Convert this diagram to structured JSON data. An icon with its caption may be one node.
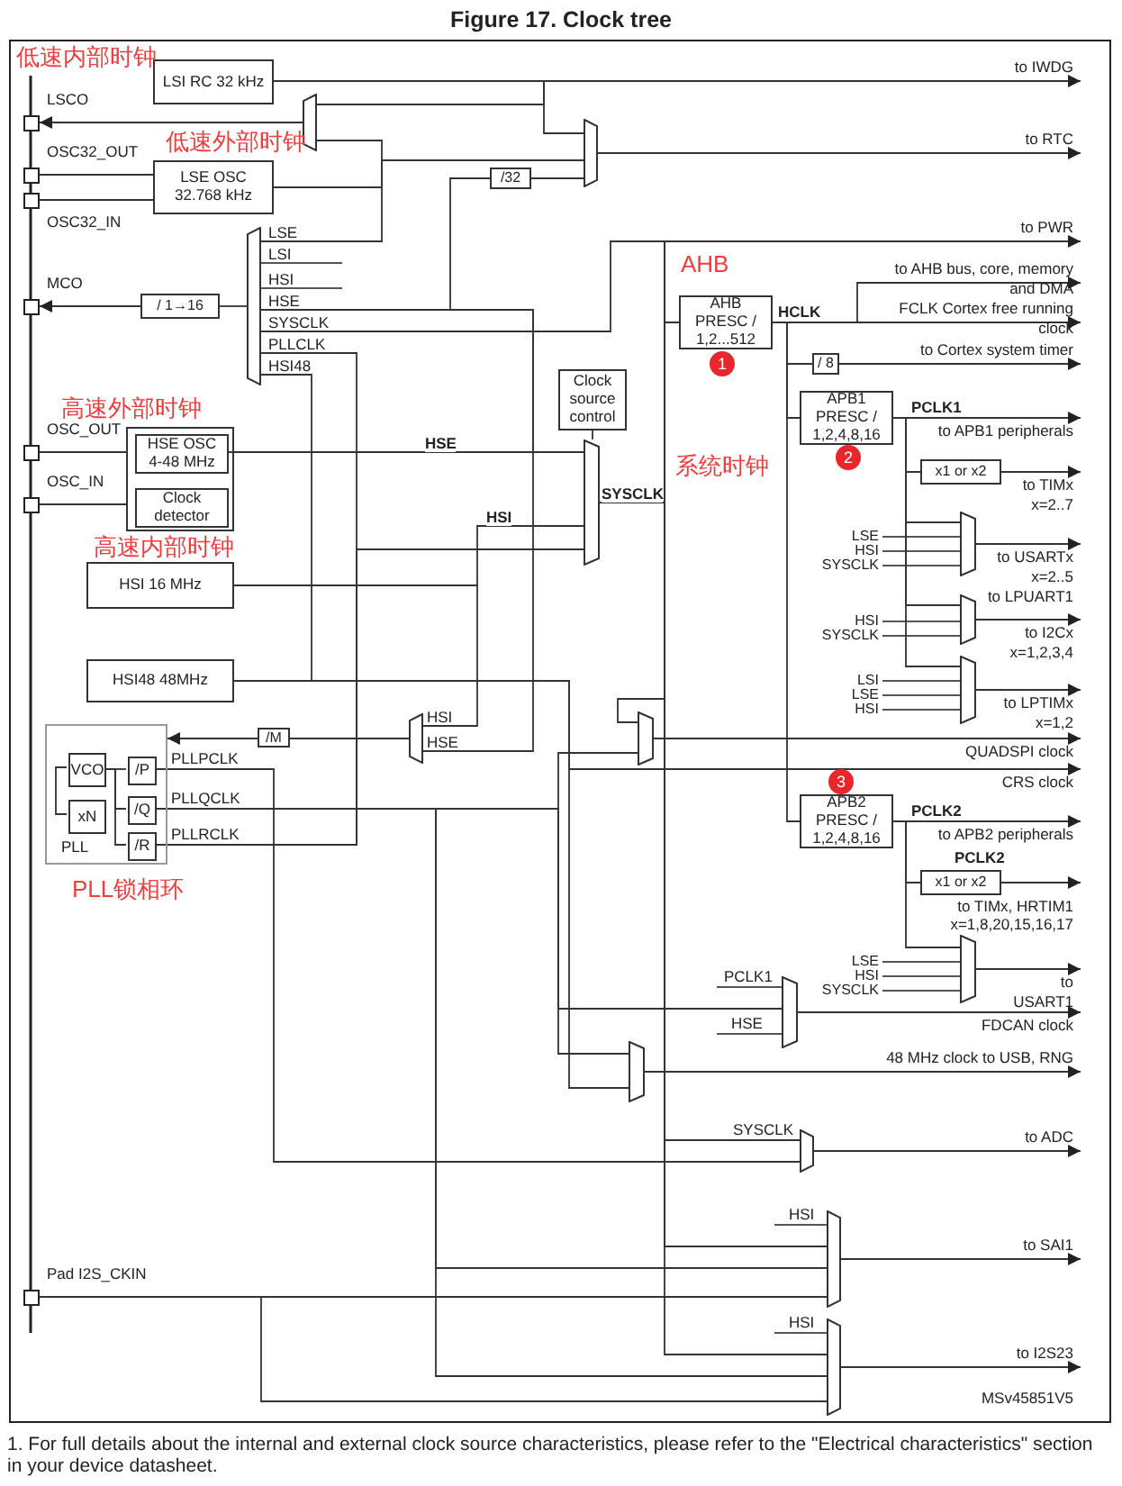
{
  "diagram": {
    "title": "Figure 17. Clock tree",
    "caption": "1. For full details about the internal and external clock source characteristics, please refer to the \"Electrical characteristics\" section in your device datasheet.",
    "nodes": [
      {
        "text": [
          "LSI RC 32 kHz"
        ]
      },
      {
        "text": [
          "LSE OSC 32.768 kHz"
        ]
      },
      {
        "text": [],
        "shape": "box"
      },
      {
        "text": [
          "HSE OSC 4-48 MHz"
        ],
        "in": 2
      },
      {
        "text": [
          "Clock detector"
        ],
        "in": 2
      },
      {
        "text": [
          "HSI 16 MHz"
        ]
      },
      {
        "text": [
          "HSI48 48MHz"
        ]
      },
      {
        "text": [
          "PLL"
        ]
      },
      {
        "text": [
          "VCO"
        ],
        "in": 7
      },
      {
        "text": [
          "xN"
        ],
        "in": 7
      },
      {
        "text": [
          "/P"
        ],
        "in": 7
      },
      {
        "text": [
          "/Q"
        ],
        "in": 7
      },
      {
        "text": [
          "/R"
        ],
        "in": 7
      },
      {
        "text": [
          "/M"
        ]
      },
      {
        "text": [
          "/ 1→16"
        ]
      },
      {
        "text": [
          "/32"
        ]
      },
      {
        "text": [
          "Clock source control"
        ]
      },
      {
        "text": [
          "AHB PRESC / 1,2...512"
        ],
        "beside": [
          "1"
        ]
      },
      {
        "text": [
          "/ 8"
        ]
      },
      {
        "text": [
          "APB1 PRESC / 1,2,4,8,16"
        ],
        "beside": [
          "2"
        ]
      },
      {
        "text": [
          "x1 or x2"
        ]
      },
      {
        "text": [
          "APB2 PRESC / 1,2,4,8,16"
        ],
        "beside": [
          "3"
        ]
      },
      {
        "text": [
          "x1 or x2"
        ],
        "beside": [
          "PCLK2"
        ]
      },
      {
        "text": [
          "LSCO"
        ]
      },
      {
        "text": [
          "OSC32_OUT"
        ]
      },
      {
        "text": [
          "OSC32_IN"
        ]
      },
      {
        "text": [
          "MCO"
        ]
      },
      {
        "text": [
          "OSC_OUT"
        ]
      },
      {
        "text": [
          "OSC_IN"
        ]
      },
      {
        "text": [
          "Pad I2S_CKIN"
        ]
      },
      {
        "text": [],
        "shape": "trapezoid"
      },
      {
        "text": [],
        "shape": "trapezoid"
      },
      {
        "text": [],
        "shape": "trapezoid",
        "beside": [
          "LSE",
          "LSI",
          "HSI",
          "HSE",
          "SYSCLK",
          "PLLCLK",
          "HSI48"
        ]
      },
      {
        "text": [],
        "shape": "trapezoid"
      },
      {
        "text": [],
        "shape": "trapezoid",
        "beside": [
          "HSI",
          "HSE"
        ]
      },
      {
        "text": [],
        "shape": "trapezoid"
      },
      {
        "text": [],
        "shape": "trapezoid",
        "beside": [
          "LSE",
          "HSI",
          "SYSCLK"
        ]
      },
      {
        "text": [],
        "shape": "trapezoid",
        "beside": [
          "HSI",
          "SYSCLK"
        ]
      },
      {
        "text": [],
        "shape": "trapezoid",
        "beside": [
          "LSI",
          "LSE",
          "HSI"
        ]
      },
      {
        "text": [],
        "shape": "trapezoid",
        "beside": [
          "LSE",
          "HSI",
          "SYSCLK"
        ]
      },
      {
        "text": [],
        "shape": "trapezoid",
        "beside": [
          "PCLK1",
          "HSE"
        ]
      },
      {
        "text": [],
        "shape": "trapezoid"
      },
      {
        "text": [],
        "shape": "trapezoid",
        "beside": [
          "SYSCLK"
        ]
      },
      {
        "text": [],
        "shape": "trapezoid",
        "beside": [
          "HSI"
        ]
      },
      {
        "text": [],
        "shape": "trapezoid",
        "beside": [
          "HSI"
        ]
      },
      {
        "text": [
          "to IWDG"
        ]
      },
      {
        "text": [
          "to RTC"
        ]
      },
      {
        "text": [
          "to PWR"
        ]
      },
      {
        "text": [
          "to AHB bus, core, memory and DMA"
        ]
      },
      {
        "text": [
          "FCLK Cortex free running clock"
        ]
      },
      {
        "text": [
          "to Cortex system timer"
        ]
      },
      {
        "text": [
          "to APB1 peripherals"
        ]
      },
      {
        "text": [
          "to TIMx x=2..7"
        ]
      },
      {
        "text": [
          "to USARTx x=2..5",
          "to LPUART1"
        ]
      },
      {
        "text": [
          "to I2Cx x=1,2,3,4"
        ]
      },
      {
        "text": [
          "to LPTIMx x=1,2"
        ]
      },
      {
        "text": [
          "QUADSPI clock"
        ]
      },
      {
        "text": [
          "CRS clock"
        ]
      },
      {
        "text": [
          "to APB2 peripherals"
        ]
      },
      {
        "text": [
          "to TIMx, HRTIM1 x=1,8,20,15,16,17"
        ]
      },
      {
        "text": [
          "to USART1"
        ]
      },
      {
        "text": [
          "FDCAN clock"
        ]
      },
      {
        "text": [
          "48 MHz clock to USB, RNG"
        ]
      },
      {
        "text": [
          "to ADC"
        ]
      },
      {
        "text": [
          "to SAI1"
        ]
      },
      {
        "text": [
          "to I2S23"
        ]
      }
    ],
    "edges": [
      {
        "from": 0,
        "to": 45,
        "arrow": "to"
      },
      {
        "from": 0,
        "to": 30,
        "arrow": "none"
      },
      {
        "from": 0,
        "to": 31,
        "arrow": "none"
      },
      {
        "from": 1,
        "to": 31,
        "arrow": "none"
      },
      {
        "from": 1,
        "to": 30,
        "arrow": "none"
      },
      {
        "from": 1,
        "to": 32,
        "arrow": "none"
      },
      {
        "from": 30,
        "to": 23,
        "arrow": "to"
      },
      {
        "from": 31,
        "to": 46,
        "arrow": "to"
      },
      {
        "from": 15,
        "to": 31,
        "arrow": "none"
      },
      {
        "from": 3,
        "to": 15,
        "arrow": "none"
      },
      {
        "from": 3,
        "to": 32,
        "arrow": "none"
      },
      {
        "from": 3,
        "to": 33,
        "arrow": "none",
        "label": "HSE"
      },
      {
        "from": 5,
        "to": 33,
        "arrow": "none",
        "label": "HSI"
      },
      {
        "from": 33,
        "to": 17,
        "arrow": "none",
        "label": "SYSCLK"
      },
      {
        "from": 33,
        "to": 47,
        "arrow": "to"
      },
      {
        "from": 33,
        "to": 32,
        "arrow": "none"
      },
      {
        "from": 16,
        "to": 33,
        "arrow": "none"
      },
      {
        "from": 17,
        "to": 48,
        "arrow": "to",
        "label": "HCLK"
      },
      {
        "from": 17,
        "to": 49,
        "arrow": "to"
      },
      {
        "from": 17,
        "to": 18,
        "arrow": "none"
      },
      {
        "from": 18,
        "to": 50,
        "arrow": "to"
      },
      {
        "from": 17,
        "to": 19,
        "arrow": "none"
      },
      {
        "from": 17,
        "to": 21,
        "arrow": "none"
      },
      {
        "from": 19,
        "to": 51,
        "arrow": "to",
        "label": "PCLK1"
      },
      {
        "from": 19,
        "to": 20,
        "arrow": "none"
      },
      {
        "from": 20,
        "to": 52,
        "arrow": "to"
      },
      {
        "from": 19,
        "to": 36,
        "arrow": "none"
      },
      {
        "from": 19,
        "to": 37,
        "arrow": "none"
      },
      {
        "from": 19,
        "to": 38,
        "arrow": "none"
      },
      {
        "from": 36,
        "to": 53,
        "arrow": "to"
      },
      {
        "from": 37,
        "to": 54,
        "arrow": "to"
      },
      {
        "from": 38,
        "to": 55,
        "arrow": "to"
      },
      {
        "from": 21,
        "to": 58,
        "arrow": "to",
        "label": "PCLK2"
      },
      {
        "from": 21,
        "to": 22,
        "arrow": "none"
      },
      {
        "from": 22,
        "to": 59,
        "arrow": "to"
      },
      {
        "from": 21,
        "to": 39,
        "arrow": "none"
      },
      {
        "from": 39,
        "to": 60,
        "arrow": "to"
      },
      {
        "from": 40,
        "to": 61,
        "arrow": "to"
      },
      {
        "from": 41,
        "to": 62,
        "arrow": "to"
      },
      {
        "from": 42,
        "to": 63,
        "arrow": "to"
      },
      {
        "from": 43,
        "to": 64,
        "arrow": "to"
      },
      {
        "from": 44,
        "to": 65,
        "arrow": "to"
      },
      {
        "from": 32,
        "to": 14,
        "arrow": "none"
      },
      {
        "from": 14,
        "to": 26,
        "arrow": "to"
      },
      {
        "from": 24,
        "to": 1,
        "arrow": "none"
      },
      {
        "from": 25,
        "to": 1,
        "arrow": "none"
      },
      {
        "from": 27,
        "to": 2,
        "arrow": "none"
      },
      {
        "from": 28,
        "to": 2,
        "arrow": "none"
      },
      {
        "from": 6,
        "to": 32,
        "arrow": "none"
      },
      {
        "from": 6,
        "to": 41,
        "arrow": "none"
      },
      {
        "from": 6,
        "to": 57,
        "arrow": "to"
      },
      {
        "from": 34,
        "to": 13,
        "arrow": "none"
      },
      {
        "from": 13,
        "to": 7,
        "arrow": "to"
      },
      {
        "from": 5,
        "to": 34,
        "arrow": "none"
      },
      {
        "from": 3,
        "to": 34,
        "arrow": "none"
      },
      {
        "from": 10,
        "to": 42,
        "arrow": "none",
        "label": "PLLPCLK"
      },
      {
        "from": 11,
        "to": 40,
        "arrow": "none",
        "label": "PLLQCLK"
      },
      {
        "from": 11,
        "to": 41,
        "arrow": "none"
      },
      {
        "from": 11,
        "to": 35,
        "arrow": "none"
      },
      {
        "from": 12,
        "to": 33,
        "arrow": "none",
        "label": "PLLRCLK"
      },
      {
        "from": 12,
        "to": 32,
        "arrow": "none"
      },
      {
        "from": 33,
        "to": 35,
        "arrow": "none"
      },
      {
        "from": 35,
        "to": 56,
        "arrow": "to"
      },
      {
        "from": 29,
        "to": 43,
        "arrow": "none"
      },
      {
        "from": 29,
        "to": 44,
        "arrow": "none"
      },
      {
        "from": 33,
        "to": 42,
        "arrow": "none"
      },
      {
        "from": 33,
        "to": 43,
        "arrow": "none"
      },
      {
        "from": 33,
        "to": 44,
        "arrow": "none"
      },
      {
        "from": 11,
        "to": 43,
        "arrow": "none"
      },
      {
        "from": 11,
        "to": 44,
        "arrow": "none"
      },
      {
        "from": 8,
        "to": 10,
        "arrow": "none"
      },
      {
        "from": 8,
        "to": 11,
        "arrow": "none"
      },
      {
        "from": 8,
        "to": 12,
        "arrow": "none"
      },
      {
        "from": 9,
        "to": 8,
        "arrow": "none"
      }
    ],
    "labels": [
      "低速内部时钟",
      "低速外部时钟",
      "AHB",
      "高速外部时钟",
      "系统时钟",
      "高速内部时钟",
      "PLL锁相环",
      "MSv45851V5"
    ]
  }
}
